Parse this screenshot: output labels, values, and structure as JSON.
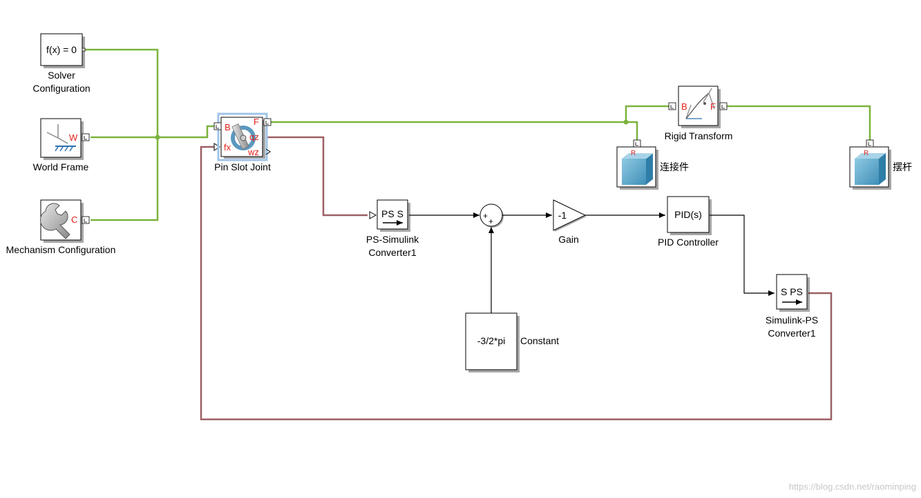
{
  "colors": {
    "physical_line": "#7ab33d",
    "ps_line": "#9b5f63",
    "signal_line": "#000000",
    "port_label": "#e0201a",
    "selection": "#9fc4e8",
    "body_solid": "#5fa8cc"
  },
  "blocks": {
    "solver": {
      "text": "f(x) = 0",
      "label_line1": "Solver",
      "label_line2": "Configuration"
    },
    "world_frame": {
      "icon": "world-frame-icon",
      "port": "W",
      "label": "World Frame"
    },
    "mechanism": {
      "icon": "wrench-icon",
      "port": "C",
      "label": "Mechanism Configuration"
    },
    "pin_slot": {
      "icon": "joint-icon",
      "port_b": "B",
      "port_f": "F",
      "port_qz": "qz",
      "port_fx": "fx",
      "port_wz": "wz",
      "label": "Pin Slot Joint"
    },
    "rigid_transform": {
      "icon": "transform-icon",
      "port_b": "B",
      "port_f": "F",
      "label": "Rigid Transform"
    },
    "solid1": {
      "icon": "solid-body-icon",
      "label": "连接件"
    },
    "solid2": {
      "icon": "solid-body-icon",
      "label": "摆杆"
    },
    "ps_simulink": {
      "text": "PS S",
      "label_line1": "PS-Simulink",
      "label_line2": "Converter1"
    },
    "sum": {
      "signs": "++"
    },
    "gain": {
      "text": "-1",
      "label": "Gain"
    },
    "pid": {
      "text": "PID(s)",
      "label": "PID Controller"
    },
    "simulink_ps": {
      "text": "S PS",
      "label_line1": "Simulink-PS",
      "label_line2": "Converter1"
    },
    "constant": {
      "text": "-3/2*pi",
      "label": "Constant"
    }
  },
  "watermark": "https://blog.csdn.net/raominping"
}
